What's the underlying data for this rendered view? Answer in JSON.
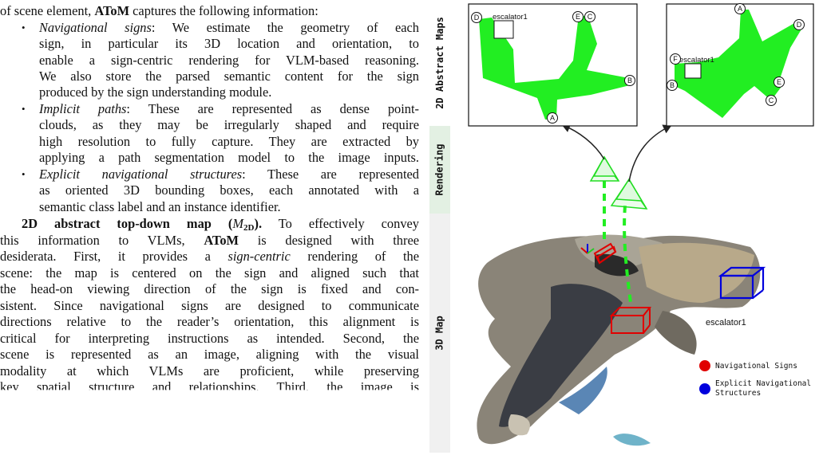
{
  "text": {
    "l1": {
      "pre": "of scene element, ",
      "bold": "AToM",
      "post": " captures the following information:"
    },
    "b1": {
      "em": "Navigational signs",
      "rest": ": We estimate the geometry of each"
    },
    "b1_l2": "sign, in particular its 3D location and orientation, to",
    "b1_l3": "enable a sign-centric rendering for VLM-based reasoning.",
    "b1_l4": "We also store the parsed semantic content for the sign",
    "b1_l5": "produced by the sign understanding module.",
    "b2": {
      "em": "Implicit paths",
      "rest": ": These are represented as dense point-"
    },
    "b2_l2": "clouds, as they may be irregularly shaped and require",
    "b2_l3": "high resolution to fully capture. They are extracted by",
    "b2_l4": "applying a path segmentation model to the image inputs.",
    "b3": {
      "em": "Explicit navigational structures",
      "rest": ": These are represented"
    },
    "b3_l2": "as oriented 3D bounding boxes, each annotated with a",
    "b3_l3": "semantic class label and an instance identifier.",
    "h": {
      "title": "2D abstract top-down map (",
      "m": "M",
      "sub": "2D",
      "close": ").",
      "rest": " To effectively convey"
    },
    "p1": "this information to VLMs, ",
    "p1_bold": "AToM",
    "p1_rest": " is designed with three",
    "p2": "desiderata. First, it provides a ",
    "p2_em": "sign-centric",
    "p2_rest": " rendering of the",
    "p3": "scene: the map is centered on the sign and aligned such that",
    "p4": "the head-on viewing direction of the sign is fixed and con-",
    "p5": "sistent. Since navigational signs are designed to communicate",
    "p6": "directions relative to the reader’s orientation, this alignment is",
    "p7": "critical for interpreting instructions as intended. Second, the",
    "p8": "scene is represented as an image, aligning with the visual",
    "p9": "modality at which VLMs are proficient, while preserving",
    "p10": "key spatial structure and relationships. Third, the image is"
  },
  "sidebar": {
    "tab1": "2D Abstract Maps",
    "tab2": "Rendering",
    "tab3": "3D Map"
  },
  "maps": {
    "left": {
      "label": "escalator1",
      "points": [
        "D",
        "E",
        "C",
        "B",
        "A"
      ]
    },
    "right": {
      "label": "escalator1",
      "points": [
        "A",
        "D",
        "F",
        "B",
        "E",
        "C"
      ]
    }
  },
  "scene": {
    "label": "escalator1"
  },
  "legend": [
    {
      "label": "Navigational Signs",
      "color": "#e00000"
    },
    {
      "label": "Explicit Navigational",
      "label2": "Structures",
      "color": "#0000dd"
    }
  ],
  "colors": {
    "path": "#22ee22",
    "sign": "#e00000",
    "structure": "#0000dd",
    "tab_highlight": "#e3f0e3"
  }
}
